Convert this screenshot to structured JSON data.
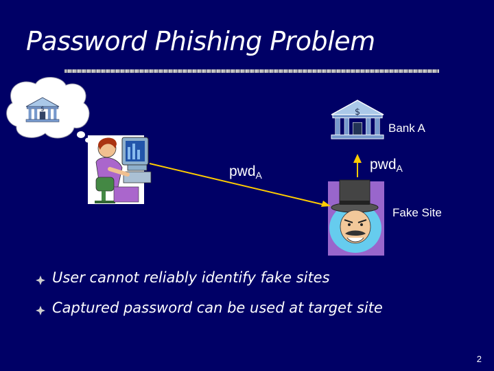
{
  "slide": {
    "title": "Password Phishing Problem",
    "page_number": "2"
  },
  "diagram": {
    "bank_label": "Bank A",
    "fake_site_label": "Fake Site",
    "user_to_fake_label": {
      "text": "pwd",
      "sub": "A"
    },
    "fake_to_bank_label": {
      "text": "pwd",
      "sub": "A"
    },
    "bank_sign": "$"
  },
  "bullets": [
    "User cannot reliably identify fake sites",
    "Captured password can be used at target site"
  ],
  "colors": {
    "background": "#000066",
    "arrow": "#ffcc00",
    "bullet_mark": "#cccccc"
  }
}
